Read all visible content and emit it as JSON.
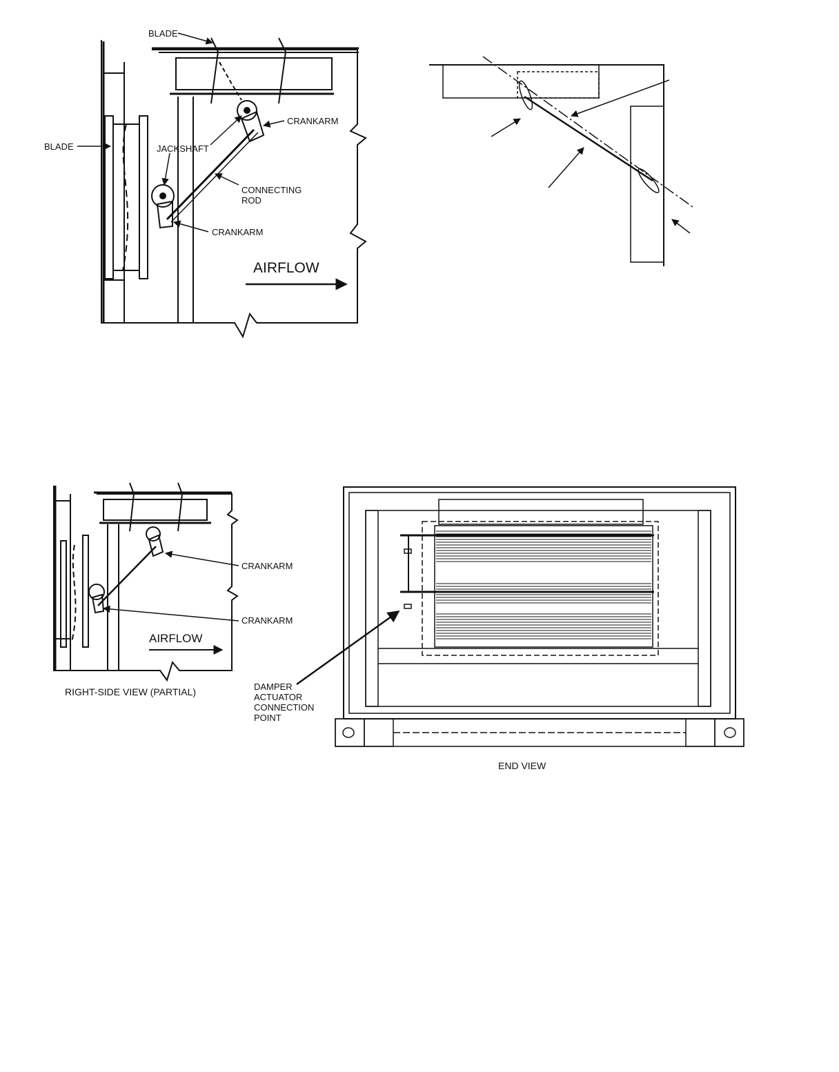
{
  "figure_top": {
    "labels": {
      "blade_top": "BLADE",
      "blade_left": "BLADE",
      "jackshaft": "JACKSHAFT",
      "crankarm_upper": "CRANKARM",
      "connecting_rod": "CONNECTING\nROD",
      "crankarm_lower": "CRANKARM",
      "airflow": "AIRFLOW"
    }
  },
  "figure_bottom": {
    "labels": {
      "crankarm_upper": "CRANKARM",
      "crankarm_lower": "CRANKARM",
      "airflow": "AIRFLOW",
      "right_side_caption": "RIGHT-SIDE VIEW (PARTIAL)",
      "damper_actuator": "DAMPER\nACTUATOR\nCONNECTION\nPOINT",
      "end_view_caption": "END VIEW"
    }
  },
  "colors": {
    "ink": "#111111",
    "background": "#ffffff"
  }
}
